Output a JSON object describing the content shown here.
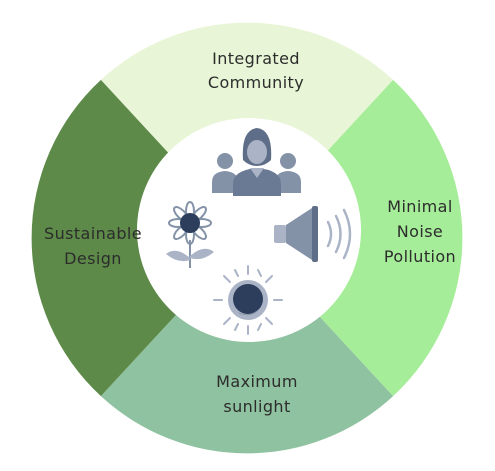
{
  "segments": {
    "top": {
      "line1": "Integrated",
      "line2": "Community",
      "color": "#e8f5d6"
    },
    "right": {
      "line1": "Minimal",
      "line2": "Noise",
      "line3": "Pollution",
      "color": "#a6ed99"
    },
    "bottom": {
      "line1": "Maximum",
      "line2": "sunlight",
      "color": "#8fc2a0"
    },
    "left": {
      "line1": "Sustainable",
      "line2": "Design",
      "color": "#5d8a48"
    }
  },
  "center": {
    "color": "#ffffff"
  },
  "icons": {
    "community": "people-group-icon",
    "sustainable": "sunflower-icon",
    "noise": "speaker-icon",
    "sunlight": "sun-icon",
    "color": "#6a7a92",
    "color_dark": "#2d3d5c"
  }
}
